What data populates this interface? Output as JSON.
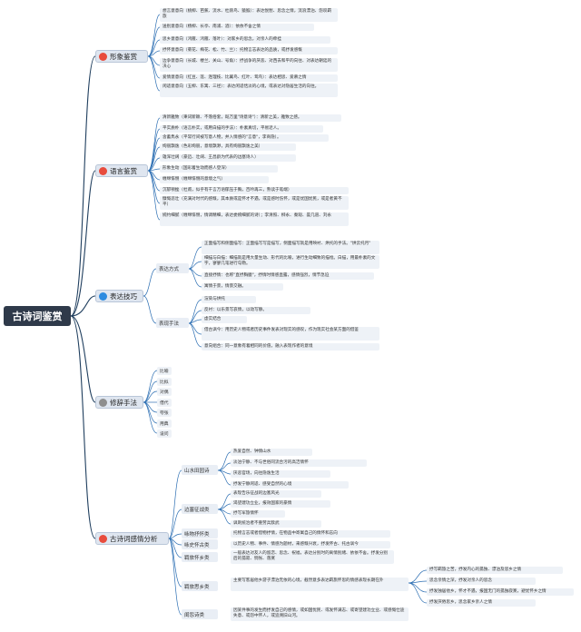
{
  "root": "古诗词鉴赏",
  "colors": {
    "red": "#e84c3d",
    "blue": "#2d8be0",
    "gray": "#8e8e8e",
    "line": "#1f3e5e"
  },
  "b1": {
    "title": "形象鉴赏",
    "icon": "1",
    "items": [
      "想言意意向（桃柳、芭蕉、流水、杜鹃鸟、猿猴）：表达悦愁、思念之情，流浪漂泊、怨叹羁旅",
      "送别意意向（杨柳、长亭、南浦、酒）：依依不舍之情",
      "思乡意意向（鸿雁、鸿雁、落叶）：对家乡的思念，对亲人的牵挂",
      "抒怀意意向（菊花、梅花、松、竹、兰）：托物言志表达的品质，或抒发感慨",
      "边争意意向（长城、楼兰、关山、号角）：抒战争的厌恶、对西去和平的向往、对表达朝廷的决心",
      "爱情意意向（红豆、莲、连理枝、比翼鸟、红叶、鸳鸟）：表达相思、爱慕之情",
      "闲适意意向（五柳、东篱、三径）：表达闲适恬淡的心境，或表达对隐居生活的向往。"
    ]
  },
  "b2": {
    "title": "语言鉴赏",
    "icon": "2",
    "items": [
      "清新雅致（秉词新颖、不落俗套，既万里\"诗意诗\"）：清新之美，雅致之感。",
      "平实质朴（语言朴实，或用白描的手法）：朴素真切，平易近人。",
      "含蓄隽永（平常行间被写意人物，并入情感的\"言意\"，李商隐）。",
      "绚丽飘逸（色彩绚丽，意境飘渺，具有绚丽飘逸之美）",
      "雄浑壮阔（豪迈、壮阔、王昌龄为代表的边塞诗人）",
      "形象生动（国彩着生动而感人登深）",
      "缠绵悱恻（缠绵悱恻的意境之气）",
      "沉郁顿挫（杜甫，似乎有千言万语郁压于胸，百吟再三，熟读于笔端）",
      "慷慨悲壮（充满对时代的感慨，其本质或是怀才不遇，或是感时伤怀，或是忧国忧民，或是者黄不平）",
      "婉约细腻（缠绵悱恻，情调精细，表达委婉细腻的诗）；李清照、柳永、秦观、晏几道、刘永"
    ]
  },
  "b3": {
    "title": "表达技巧",
    "icon": "3",
    "s1": {
      "label": "表达方式",
      "items": [
        "正面描写和侧面描写：正面描写写是描写，侧面描写就是用映衬、烘托的手法。\"烘云托月\"",
        "细描与白描：细描就是用大量生动、形代的比喻，进行生动细致的描绘。白描，用最朴素的文字，寥寥几笔进行勾勒。",
        "直接抒情：也称\"直抒胸臆\"，抒情时情感直露，感情强烈，情节急迫",
        "寓情于景，情景交融。"
      ]
    },
    "s2": {
      "label": "表现手法",
      "items": [
        "渲染与烘托",
        "反衬：以乐景写哀情，以动写静。",
        "虚实结合",
        "借古讽今：用历史人物或者历史事件发表对现实的感叹，作为现实社会某方面的借鉴",
        "意向组合：同一意象有着相同的价值，融入表现作者的意境"
      ]
    }
  },
  "b4": {
    "title": "修辞手法",
    "icon": "4",
    "items": [
      "比喻",
      "比拟",
      "对偶",
      "借代",
      "夸张",
      "用典",
      "设问"
    ]
  },
  "b5": {
    "title": "古诗词感情分析",
    "icon": "5",
    "s1": {
      "label": "山水田园诗",
      "items": [
        "热爱自然、钟情山水",
        "淡泊宁静、不与世俗同流合污的高洁情怀",
        "厌恶官场，向往隐逸生活",
        "抒发宁静闲适、感受自然的心境"
      ]
    },
    "s2": {
      "label": "边塞征战类",
      "items": [
        "表现告乐征战的边塞风光",
        "渴望建功立业，报效国家的豪情",
        "抒写军旅情怀",
        "讽刺统治者不重劳兵黩武"
      ]
    },
    "s3": {
      "label": "咏物抒怀类",
      "text": "托物言志或者借物抒情，在物品中寄寓自己的情怀和志向"
    },
    "s4": {
      "label": "咏史怀古类",
      "text": "以历史人物、事件、情感为题材，来感慨兴衰，抒发怀古、托古讽今"
    },
    "s5": {
      "label": "羁旅怀乡类",
      "text": "一般表达对友人的留恋、思念、祝福，表达分别时的离情别绪、依依不舍。抒发分别后的孤寂、惆怅、落寞"
    },
    "s6": {
      "label": "羁旅思乡类",
      "text": "主要写客居他乡游子漂泊无依的心境，截然意多表达羁旅怀思的情感表现长期在外",
      "items": [
        "抒写羁旅之苦，抒发内心的孤独、漂泊及思乡之情",
        "思念亲情之深，抒发对亲人的思念",
        "抒发独居他乡，怀才不遇，报国无门的孤独寂寞，避忧怀乡之情",
        "抒发厌倦思乡，思念家乡亲人之情"
      ]
    },
    "s7": {
      "label": "闺怨诗类",
      "text": "因某件事的发生而抒发自己的感情，或如国忧民、或发怀满志、或寄望建功立业、或感慨仕途失意、或怨中怀人，或追溯旧山河。"
    }
  }
}
